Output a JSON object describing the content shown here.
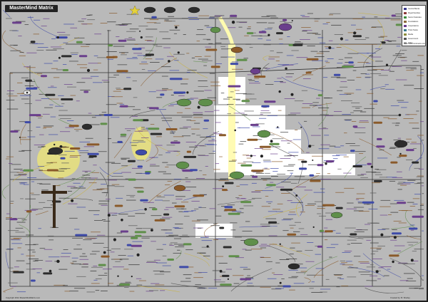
{
  "map": {
    "title": "MasterMind Matrix",
    "footer_left": "Copyright 2012 MasterMindMatrix.com",
    "footer_right": "Created by: B. Shelley",
    "credit": "www.mastermindmatrix.com",
    "legend": [
      {
        "label": "Central Banks",
        "color": "#3a3a8c"
      },
      {
        "label": "Royal Families",
        "color": "#8c3a3a"
      },
      {
        "label": "Secret Societies",
        "color": "#3a8c3a"
      },
      {
        "label": "Foundations",
        "color": "#8c6a3a"
      },
      {
        "label": "Corporations",
        "color": "#6a3a8c"
      },
      {
        "label": "Think Tanks",
        "color": "#3a7a8c"
      },
      {
        "label": "Media",
        "color": "#8c8c3a"
      },
      {
        "label": "Government",
        "color": "#555555"
      },
      {
        "label": "Other",
        "color": "#aaaaaa"
      }
    ]
  },
  "colors": {
    "background": "#b9b9b9",
    "node_dark": "#2c2c2c",
    "node_green": "#5f8f4a",
    "node_blue": "#3e4aa8",
    "node_brown": "#8a5a2a",
    "node_purple": "#6a3f8c",
    "line_gold": "#c9b23a",
    "halo_yellow": "#e9e27a",
    "beam_yellow": "#fffbb0"
  },
  "icons": {
    "star": "gold-star-icon",
    "eye": "eye-icon"
  }
}
